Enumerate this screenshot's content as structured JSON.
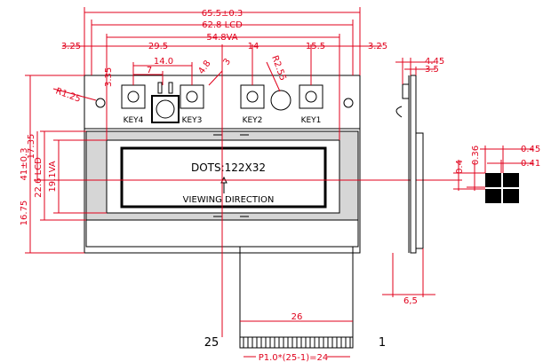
{
  "drawing": {
    "dims_top": {
      "overall": "65.5±0.3",
      "lcd": "62.8 LCD",
      "va": "54.8VA",
      "left_margin": "3.25",
      "right_margin": "3.25",
      "pitch_left": "29.5",
      "pitch_mid": "14",
      "pitch_right": "15.5",
      "key_spacing_14": "14.0",
      "key_spacing_7": "7",
      "hole_dia": "4.8",
      "hole_dia_small": "3",
      "radius_r2": "R2.55",
      "radius_r1": "R1.25",
      "height_3_35": "3.35"
    },
    "dims_left": {
      "height_41": "41±0.3",
      "lcd_22_6": "22.6 LCD",
      "va_19_1": "19.1VA",
      "dim_17_35": "17.35",
      "dim_16_75": "16.75"
    },
    "dims_side": {
      "d_4_45": "4.45",
      "d_3_5": "3.5",
      "d_6_5": "6,5"
    },
    "dims_pixel": {
      "p_0_45": "0.45",
      "p_0_41": "0.41",
      "p_0_4": "0.4",
      "p_0_36": "0.36"
    },
    "keys": [
      "KEY4",
      "KEY3",
      "KEY2",
      "KEY1"
    ],
    "display_text": "DOTS:122X32",
    "viewing_direction": "VIEWING DIRECTION",
    "fpc": {
      "width": "26",
      "pitch": "P1.0*(25-1)=24",
      "pin_left": "25",
      "pin_right": "1"
    }
  }
}
